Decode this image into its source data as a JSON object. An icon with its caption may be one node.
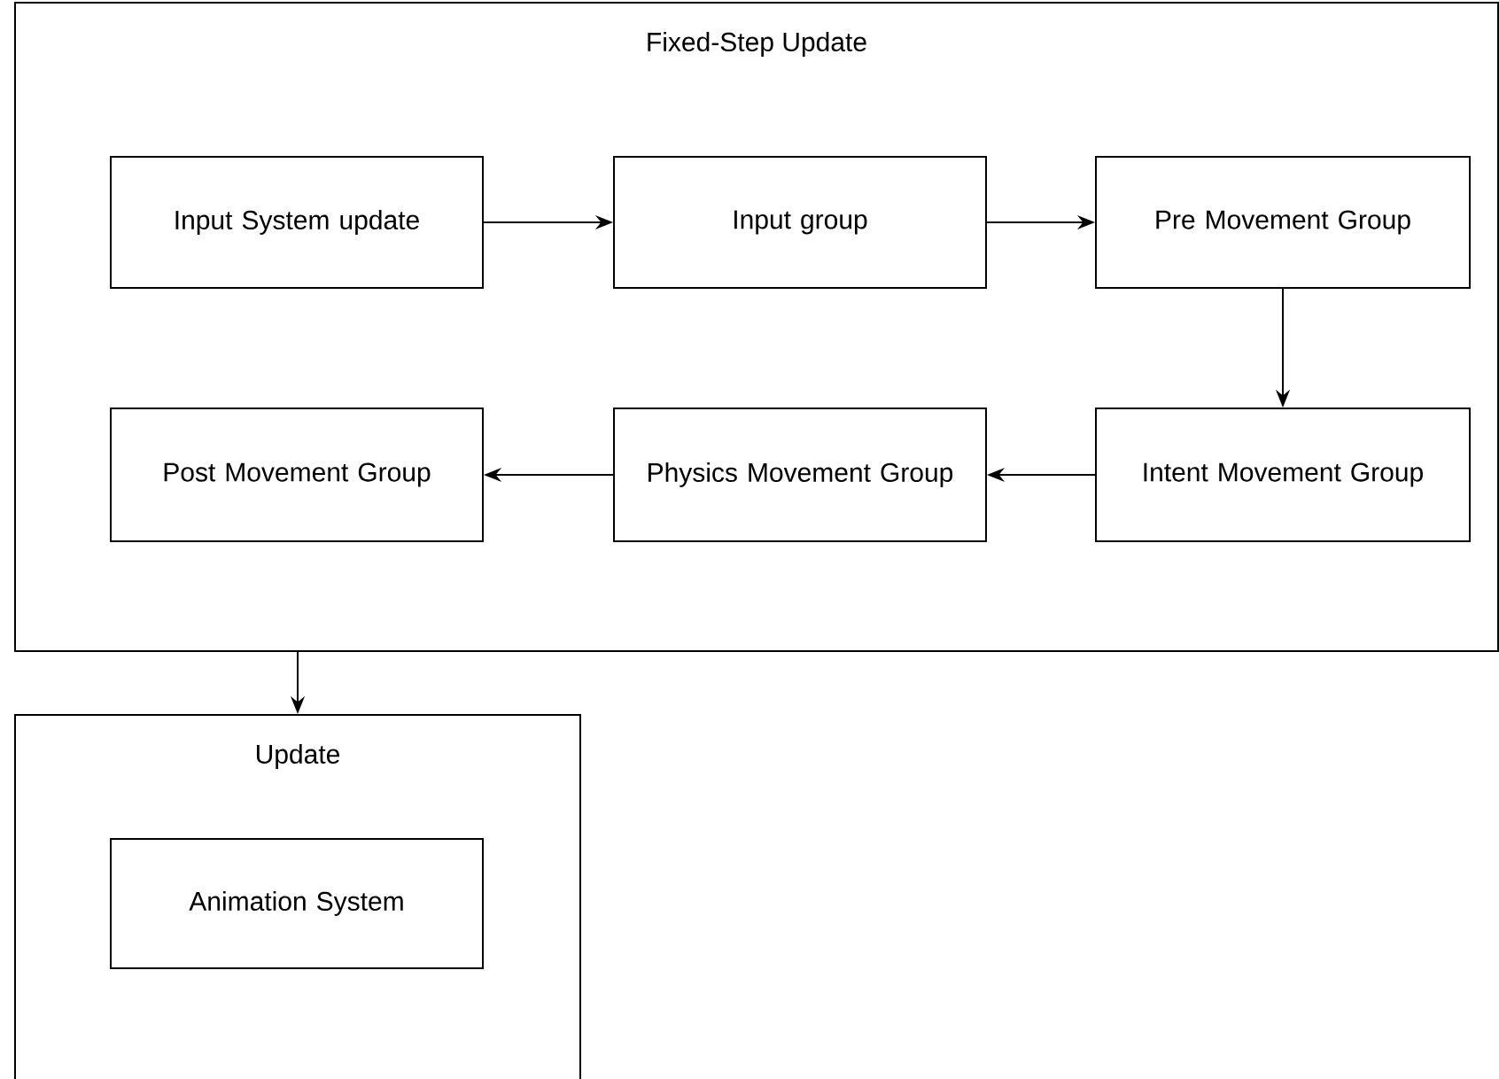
{
  "diagram": {
    "nodes": [
      {
        "text": [
          "Fixed-Step Update"
        ]
      },
      {
        "text": [
          "Input System update"
        ],
        "in": 0
      },
      {
        "text": [
          "Input group"
        ],
        "in": 0
      },
      {
        "text": [
          "Pre Movement Group"
        ],
        "in": 0
      },
      {
        "text": [
          "Post Movement Group"
        ],
        "in": 0
      },
      {
        "text": [
          "Physics Movement Group"
        ],
        "in": 0
      },
      {
        "text": [
          "Intent Movement Group"
        ],
        "in": 0
      },
      {
        "text": [
          "Update"
        ]
      },
      {
        "text": [
          "Animation System"
        ],
        "in": 7
      }
    ],
    "edges": [
      {
        "from": 1,
        "to": 2,
        "arrow": "to"
      },
      {
        "from": 2,
        "to": 3,
        "arrow": "to"
      },
      {
        "from": 3,
        "to": 6,
        "arrow": "to"
      },
      {
        "from": 6,
        "to": 5,
        "arrow": "to"
      },
      {
        "from": 5,
        "to": 4,
        "arrow": "to"
      },
      {
        "from": 0,
        "to": 7,
        "arrow": "to"
      }
    ]
  }
}
